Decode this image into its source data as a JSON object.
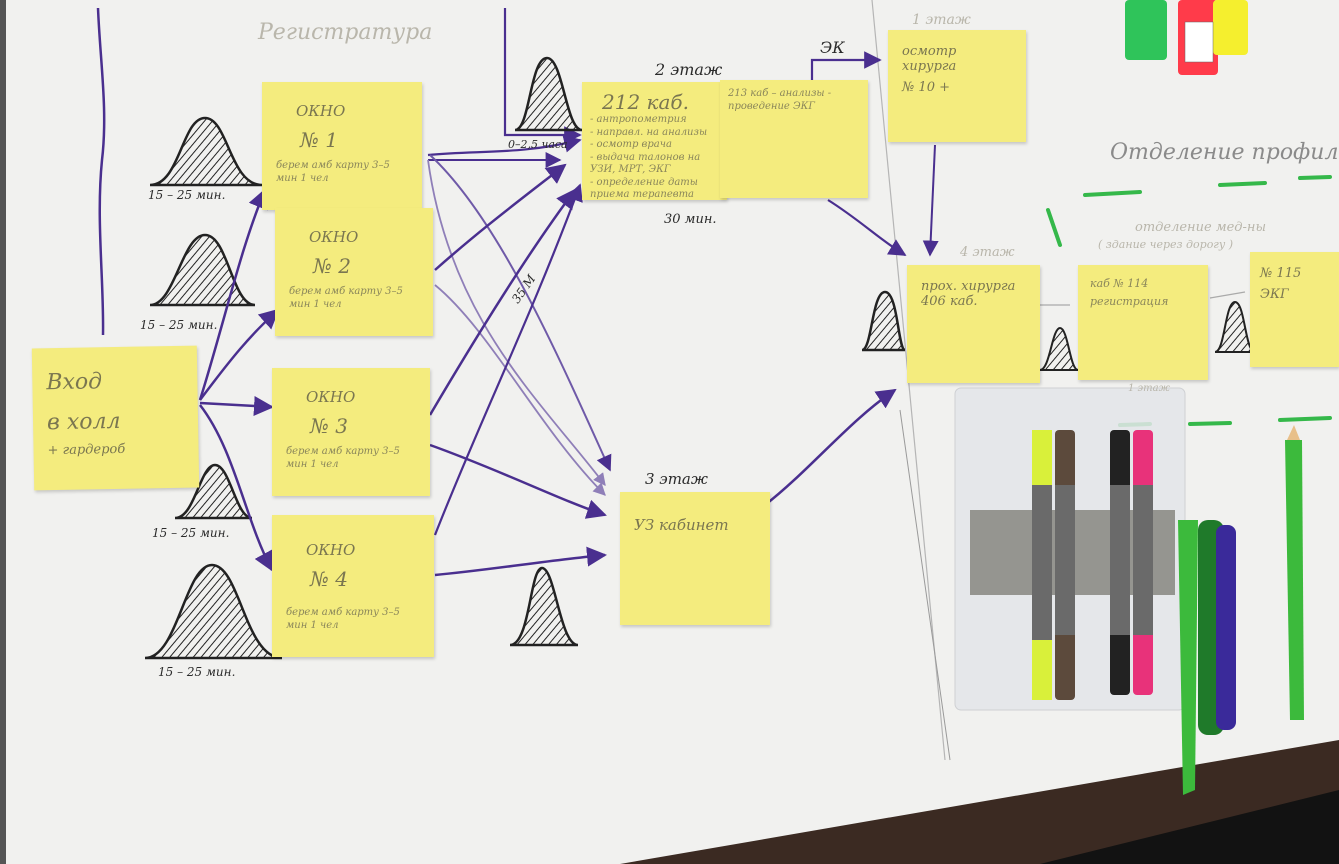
{
  "header": {
    "registration": "Регистратура",
    "floor1_top": "1 этаж"
  },
  "entrance": {
    "line1": "Вход",
    "line2": "в холл",
    "line3": "+ гардероб"
  },
  "windows": [
    {
      "title": "ОКНО",
      "num": "№ 1",
      "desc": "берем амб карту 3–5 мин 1 чел"
    },
    {
      "title": "ОКНО",
      "num": "№ 2",
      "desc": "берем амб карту 3–5 мин 1 чел"
    },
    {
      "title": "ОКНО",
      "num": "№ 3",
      "desc": "берем амб карту 3–5 мин 1 чел"
    },
    {
      "title": "ОКНО",
      "num": "№ 4",
      "desc": "берем амб карту 3–5 мин 1 чел"
    }
  ],
  "wait_times": [
    "15 – 25 мин.",
    "15 – 25 мин.",
    "15 – 25 мин.",
    "15 – 25 мин."
  ],
  "floor2": {
    "label": "2 этаж",
    "cabinet": "212 каб.",
    "items": [
      "- антропометрия",
      "- направл. на анализы",
      "- осмотр врача",
      "- выдача талонов на УЗИ, МРТ, ЭКГ",
      "- определение даты приема терапевта"
    ],
    "note2": "213 каб – анализы - проведение ЭКГ",
    "queue_time": "0–2,5 часа",
    "duration": "30 мин."
  },
  "elevator": "ЭК",
  "floor1_note": {
    "text": "осмотр хирурга",
    "sub": "№ 10 +"
  },
  "floor3": {
    "label": "3 этаж",
    "note": "УЗ кабинет"
  },
  "floor4": {
    "label": "4 этаж",
    "note": "прох. хирурга 406 каб."
  },
  "route_35": "35 М",
  "department": {
    "title": "Отделение профил",
    "sub": "отделение мед-ны",
    "sub2": "( здание через дорогу )",
    "cab114": "каб № 114",
    "cab114_sub": "регистрация",
    "cab115": "№ 115",
    "cab115_sub": "ЭКГ",
    "floor1": "1 этаж"
  },
  "colors": {
    "sticky": "#f4ec7e",
    "arrows": "#4a2f8f",
    "board": "#f2f2f0",
    "green_marker": "#35b84a"
  }
}
